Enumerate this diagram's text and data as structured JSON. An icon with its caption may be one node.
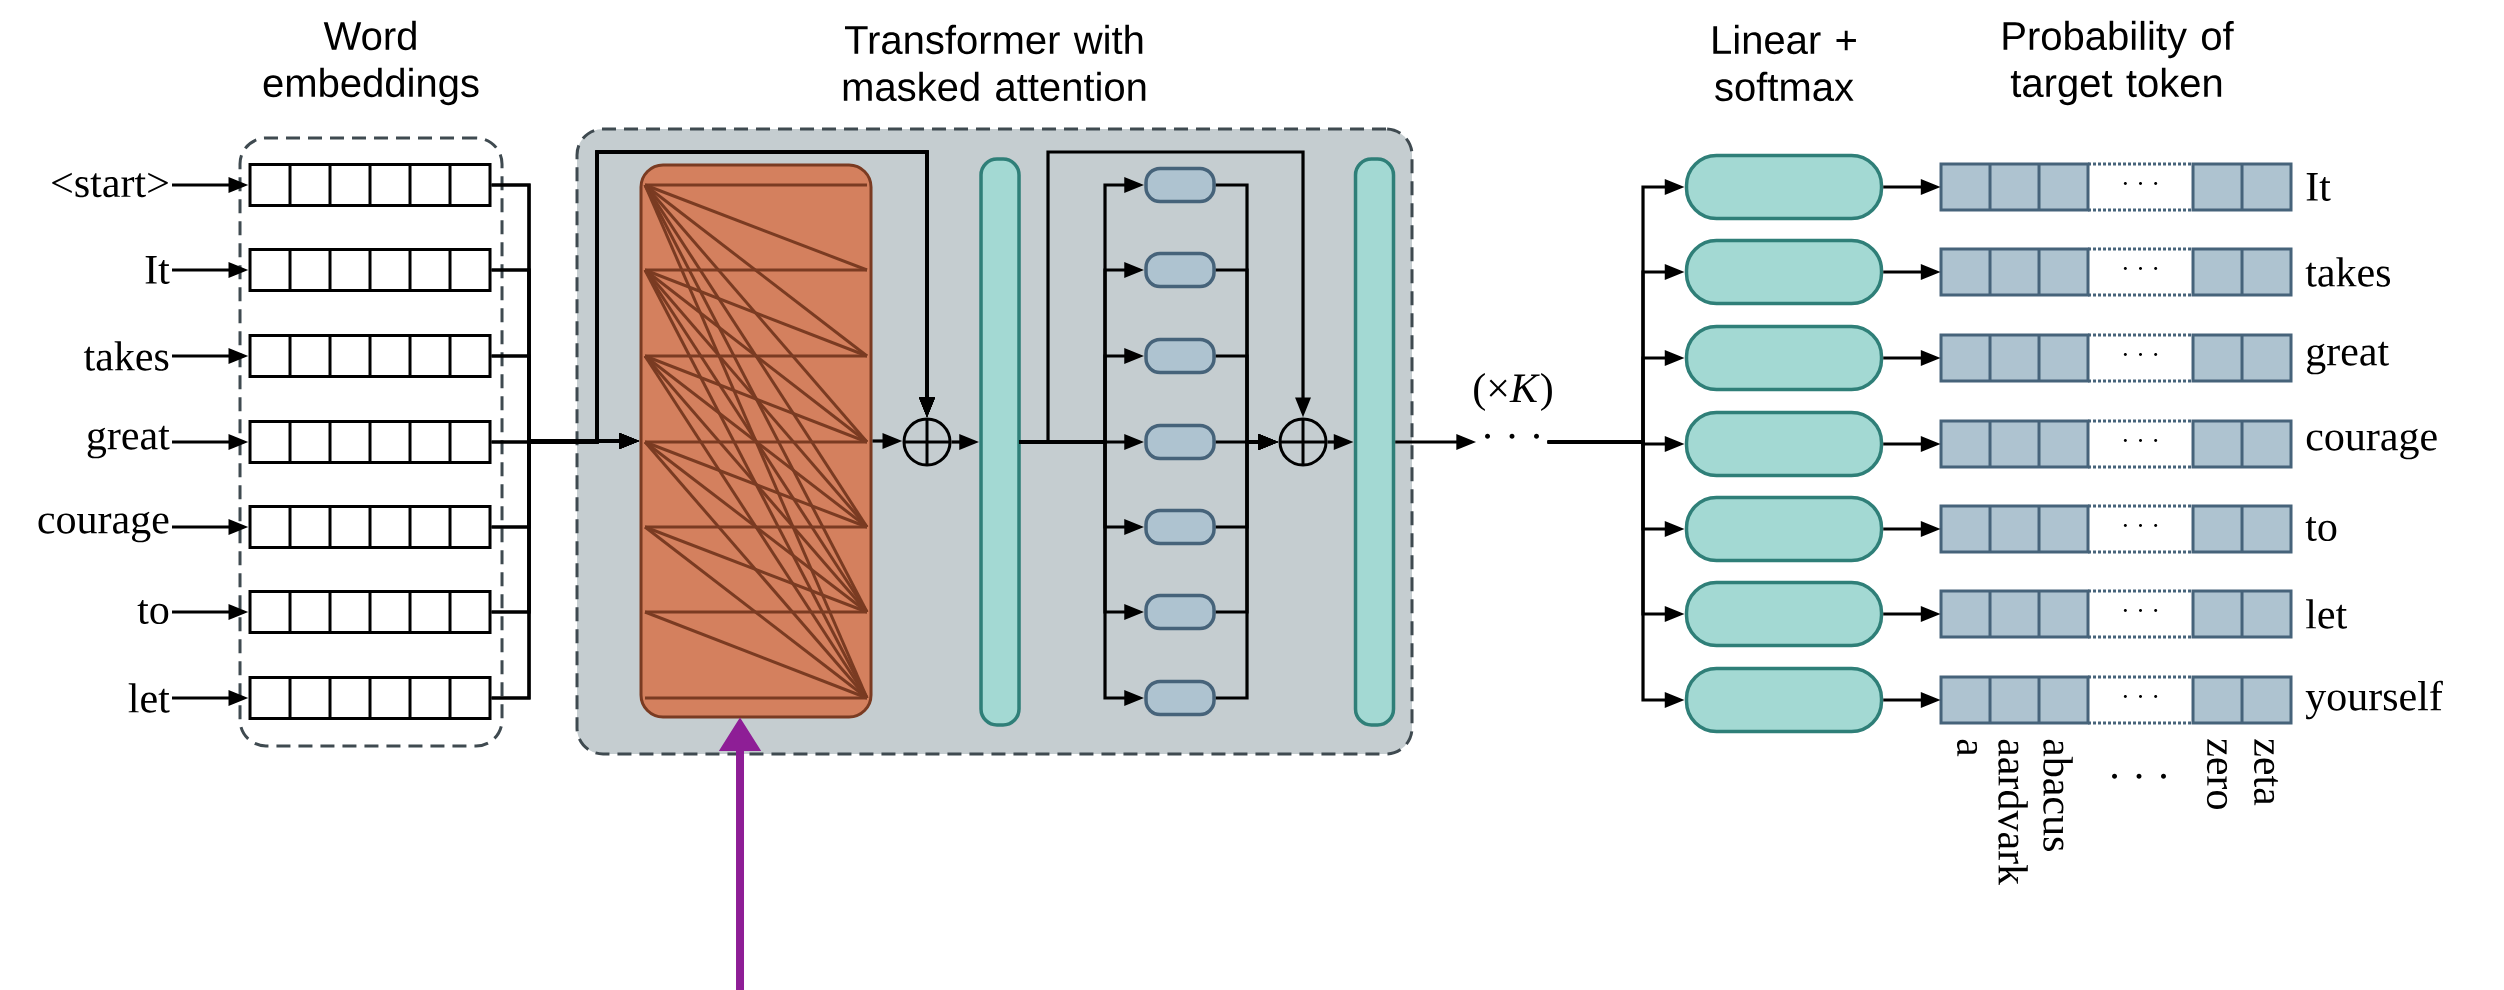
{
  "diagram": {
    "nodes": [
      {
        "text": [
          "<start>"
        ]
      },
      {
        "text": [
          "It"
        ]
      },
      {
        "text": [
          "takes"
        ]
      },
      {
        "text": [
          "great"
        ]
      },
      {
        "text": [
          "courage"
        ]
      },
      {
        "text": [
          "to"
        ]
      },
      {
        "text": [
          "let"
        ]
      },
      {
        "text": [
          "Word embeddings"
        ]
      },
      {
        "text": [],
        "shape": "box",
        "in": 7
      },
      {
        "text": [],
        "shape": "box",
        "in": 7
      },
      {
        "text": [],
        "shape": "box",
        "in": 7
      },
      {
        "text": [],
        "shape": "box",
        "in": 7
      },
      {
        "text": [],
        "shape": "box",
        "in": 7
      },
      {
        "text": [],
        "shape": "box",
        "in": 7
      },
      {
        "text": [],
        "shape": "box",
        "in": 7
      },
      {
        "text": [
          "Transformer with masked attention"
        ]
      },
      {
        "text": [],
        "shape": "box",
        "in": 15
      },
      {
        "text": [],
        "shape": "circle",
        "in": 15
      },
      {
        "text": [],
        "shape": "bar",
        "in": 15
      },
      {
        "text": [],
        "shape": "box",
        "in": 15
      },
      {
        "text": [],
        "shape": "box",
        "in": 15
      },
      {
        "text": [],
        "shape": "box",
        "in": 15
      },
      {
        "text": [],
        "shape": "box",
        "in": 15
      },
      {
        "text": [],
        "shape": "box",
        "in": 15
      },
      {
        "text": [],
        "shape": "box",
        "in": 15
      },
      {
        "text": [],
        "shape": "box",
        "in": 15
      },
      {
        "text": [],
        "shape": "circle",
        "in": 15
      },
      {
        "text": [],
        "shape": "bar",
        "in": 15
      },
      {
        "text": [
          "· · ·"
        ]
      },
      {
        "text": [],
        "shape": "box"
      },
      {
        "text": [],
        "shape": "box"
      },
      {
        "text": [],
        "shape": "box"
      },
      {
        "text": [],
        "shape": "box"
      },
      {
        "text": [],
        "shape": "box"
      },
      {
        "text": [],
        "shape": "box"
      },
      {
        "text": [],
        "shape": "box"
      },
      {
        "text": [
          "· · ·"
        ],
        "beside": [
          "It"
        ]
      },
      {
        "text": [
          "· · ·"
        ],
        "beside": [
          "takes"
        ]
      },
      {
        "text": [
          "· · ·"
        ],
        "beside": [
          "great"
        ]
      },
      {
        "text": [
          "· · ·"
        ],
        "beside": [
          "courage"
        ]
      },
      {
        "text": [
          "· · ·"
        ],
        "beside": [
          "to"
        ]
      },
      {
        "text": [
          "· · ·"
        ],
        "beside": [
          "let"
        ]
      },
      {
        "text": [
          "· · ·"
        ],
        "beside": [
          "yourself"
        ]
      }
    ],
    "edges": [
      {
        "from": 0,
        "to": 8,
        "arrow": "to"
      },
      {
        "from": 1,
        "to": 9,
        "arrow": "to"
      },
      {
        "from": 2,
        "to": 10,
        "arrow": "to"
      },
      {
        "from": 3,
        "to": 11,
        "arrow": "to"
      },
      {
        "from": 4,
        "to": 12,
        "arrow": "to"
      },
      {
        "from": 5,
        "to": 13,
        "arrow": "to"
      },
      {
        "from": 6,
        "to": 14,
        "arrow": "to"
      },
      {
        "from": 8,
        "to": 16,
        "arrow": "to"
      },
      {
        "from": 9,
        "to": 16,
        "arrow": "to"
      },
      {
        "from": 10,
        "to": 16,
        "arrow": "to"
      },
      {
        "from": 11,
        "to": 16,
        "arrow": "to"
      },
      {
        "from": 12,
        "to": 16,
        "arrow": "to"
      },
      {
        "from": 13,
        "to": 16,
        "arrow": "to"
      },
      {
        "from": 14,
        "to": 16,
        "arrow": "to"
      },
      {
        "from": 8,
        "to": 17,
        "arrow": "to"
      },
      {
        "from": 9,
        "to": 17,
        "arrow": "to"
      },
      {
        "from": 10,
        "to": 17,
        "arrow": "to"
      },
      {
        "from": 11,
        "to": 17,
        "arrow": "to"
      },
      {
        "from": 12,
        "to": 17,
        "arrow": "to"
      },
      {
        "from": 13,
        "to": 17,
        "arrow": "to"
      },
      {
        "from": 14,
        "to": 17,
        "arrow": "to"
      },
      {
        "from": 16,
        "to": 17,
        "arrow": "to"
      },
      {
        "from": 17,
        "to": 18,
        "arrow": "to"
      },
      {
        "from": 18,
        "to": 19,
        "arrow": "to"
      },
      {
        "from": 18,
        "to": 20,
        "arrow": "to"
      },
      {
        "from": 18,
        "to": 21,
        "arrow": "to"
      },
      {
        "from": 18,
        "to": 22,
        "arrow": "to"
      },
      {
        "from": 18,
        "to": 23,
        "arrow": "to"
      },
      {
        "from": 18,
        "to": 24,
        "arrow": "to"
      },
      {
        "from": 18,
        "to": 25,
        "arrow": "to"
      },
      {
        "from": 18,
        "to": 26,
        "arrow": "to"
      },
      {
        "from": 19,
        "to": 26,
        "arrow": "to"
      },
      {
        "from": 20,
        "to": 26,
        "arrow": "to"
      },
      {
        "from": 21,
        "to": 26,
        "arrow": "to"
      },
      {
        "from": 22,
        "to": 26,
        "arrow": "to"
      },
      {
        "from": 23,
        "to": 26,
        "arrow": "to"
      },
      {
        "from": 24,
        "to": 26,
        "arrow": "to"
      },
      {
        "from": 25,
        "to": 26,
        "arrow": "to"
      },
      {
        "from": 26,
        "to": 27,
        "arrow": "to"
      },
      {
        "from": 27,
        "to": 28,
        "arrow": "to"
      },
      {
        "from": 28,
        "to": 29,
        "arrow": "to"
      },
      {
        "from": 28,
        "to": 30,
        "arrow": "to"
      },
      {
        "from": 28,
        "to": 31,
        "arrow": "to"
      },
      {
        "from": 28,
        "to": 32,
        "arrow": "to"
      },
      {
        "from": 28,
        "to": 33,
        "arrow": "to"
      },
      {
        "from": 28,
        "to": 34,
        "arrow": "to"
      },
      {
        "from": 28,
        "to": 35,
        "arrow": "to"
      },
      {
        "from": 29,
        "to": 36,
        "arrow": "to"
      },
      {
        "from": 30,
        "to": 37,
        "arrow": "to"
      },
      {
        "from": 31,
        "to": 38,
        "arrow": "to"
      },
      {
        "from": 32,
        "to": 39,
        "arrow": "to"
      },
      {
        "from": 33,
        "to": 40,
        "arrow": "to"
      },
      {
        "from": 34,
        "to": 41,
        "arrow": "to"
      },
      {
        "from": 35,
        "to": 42,
        "arrow": "to"
      },
      {
        "from": null,
        "to": 16,
        "arrow": "to",
        "style": "thick",
        "color": "#8e1e96"
      }
    ],
    "labels": [
      "Linear + softmax",
      "Probability of target token",
      "(×*K*)",
      "a",
      "aardvark",
      "abacus",
      "· · ·",
      "zero",
      "zeta"
    ]
  }
}
